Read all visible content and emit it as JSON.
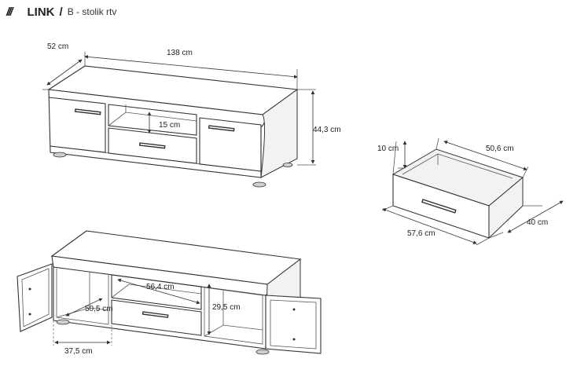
{
  "header": {
    "slashes": "///",
    "brand": "LINK",
    "separator": "/",
    "subtitle": "B - stolik rtv"
  },
  "dimensions": {
    "depth_top": "52 cm",
    "width_top": "138 cm",
    "height_top": "44,3 cm",
    "shelf_height_top": "15 cm",
    "drawer_height": "10 cm",
    "drawer_inner_width": "50,6 cm",
    "drawer_depth": "40 cm",
    "drawer_width": "57,6 cm",
    "shelf_width_bottom": "56,4 cm",
    "side_inner_depth": "50,5 cm",
    "side_compartment_height": "29,5 cm",
    "side_compartment_width": "37,5 cm"
  },
  "colors": {
    "line": "#333333",
    "text": "#222222"
  }
}
